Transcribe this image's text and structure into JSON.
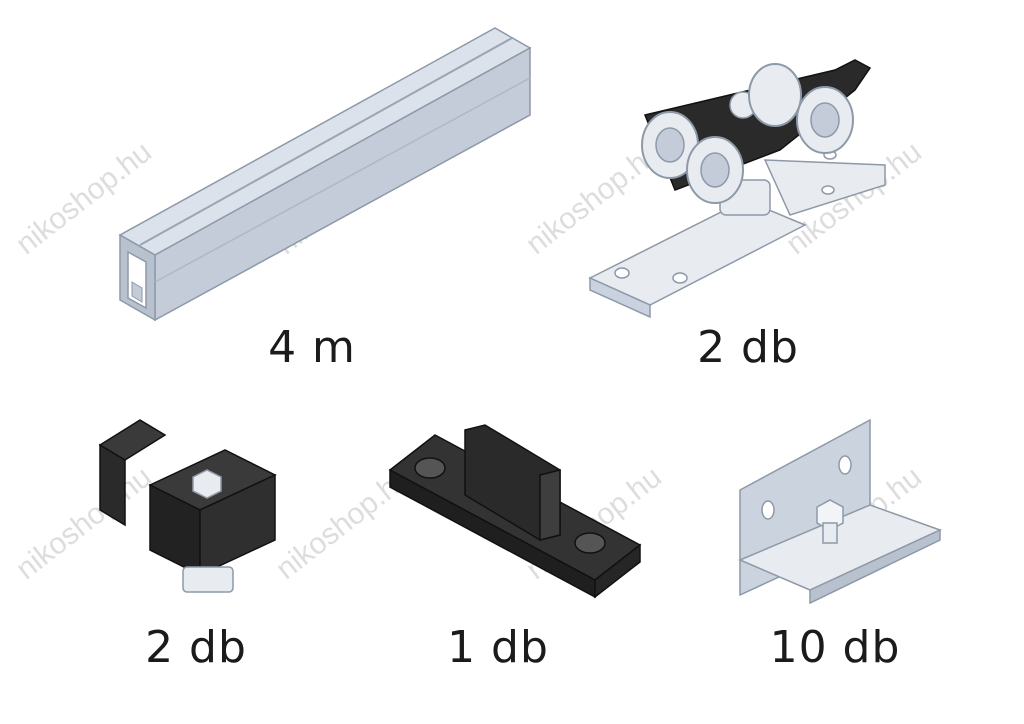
{
  "items": [
    {
      "id": "rail",
      "quantity_label": "4 m"
    },
    {
      "id": "trolley",
      "quantity_label": "2 db"
    },
    {
      "id": "end-stop",
      "quantity_label": "2 db"
    },
    {
      "id": "floor-guide",
      "quantity_label": "1 db"
    },
    {
      "id": "bracket",
      "quantity_label": "10 db"
    }
  ],
  "watermark": "nikoshop.hu",
  "colors": {
    "aluminium": "#c9d2de",
    "aluminium_dark": "#9ea9b8",
    "black_plastic": "#2a2a2a",
    "steel": "#e8ecf1"
  }
}
